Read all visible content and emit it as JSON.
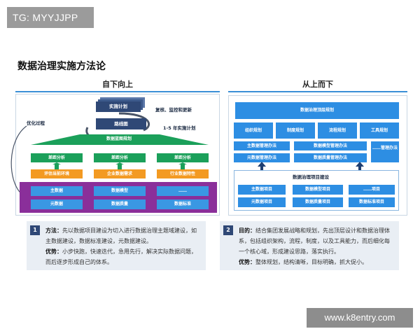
{
  "watermark_top": "TG: MYYJJPP",
  "watermark_bottom": "www.k8entry.com",
  "title": "数据治理实施方法论",
  "left": {
    "header": "自下向上",
    "plan": "实施计划",
    "roadmap": "路线图",
    "repeat": "复核、监控和更新",
    "timeline": "1-5 年实施计划",
    "optimize": "优化过程",
    "blueprint": "数据蓝图规划",
    "gaps": [
      "差距分析",
      "差距分析",
      "差距分析"
    ],
    "assess": [
      "评估当前环境",
      "企业数据需求",
      "行业数据特性"
    ],
    "base_top": [
      "主数据",
      "数据模型",
      "……"
    ],
    "base_bottom": [
      "元数据",
      "数据质量",
      "数据标准"
    ]
  },
  "right": {
    "header": "从上而下",
    "top_plan": "数据治理顶层规划",
    "orgs": [
      "组织规划",
      "制度规划",
      "流程规划",
      "工具规划"
    ],
    "mgmt": [
      "主数据管理办法",
      "数据模型管理办法",
      "元数据管理办法",
      "数据质量管理办法"
    ],
    "mgmt_more": "……管理办法",
    "project": "数据治理项目建设",
    "proj_top": [
      "主数据项目",
      "数据模型项目",
      "……项目"
    ],
    "proj_bottom": [
      "元数据项目",
      "数据质量项目",
      "数据标准项目"
    ]
  },
  "notes": {
    "left": {
      "num": "1",
      "method_label": "方法：",
      "method_text": "先以数据项目建设为切入进行数据治理主题域建设，如主数据建设，数据标准建设，元数据建设。",
      "adv_label": "优势：",
      "adv_text": "小步快跑，快速迭代，急用先行，解决实际数据问题，而后逐步形成自己的体系。"
    },
    "right": {
      "num": "2",
      "goal_label": "目的：",
      "goal_text": "结合集团发展战略和规划，先出顶层设计和数据治理体系，包括组织架构，流程，制度，以及工具能力，而后细化每一个核心域，形成建设思路，落实执行。",
      "adv_label": "优势：",
      "adv_text": "整体规划，结构清晰，目标明确，抓大促小。"
    }
  }
}
